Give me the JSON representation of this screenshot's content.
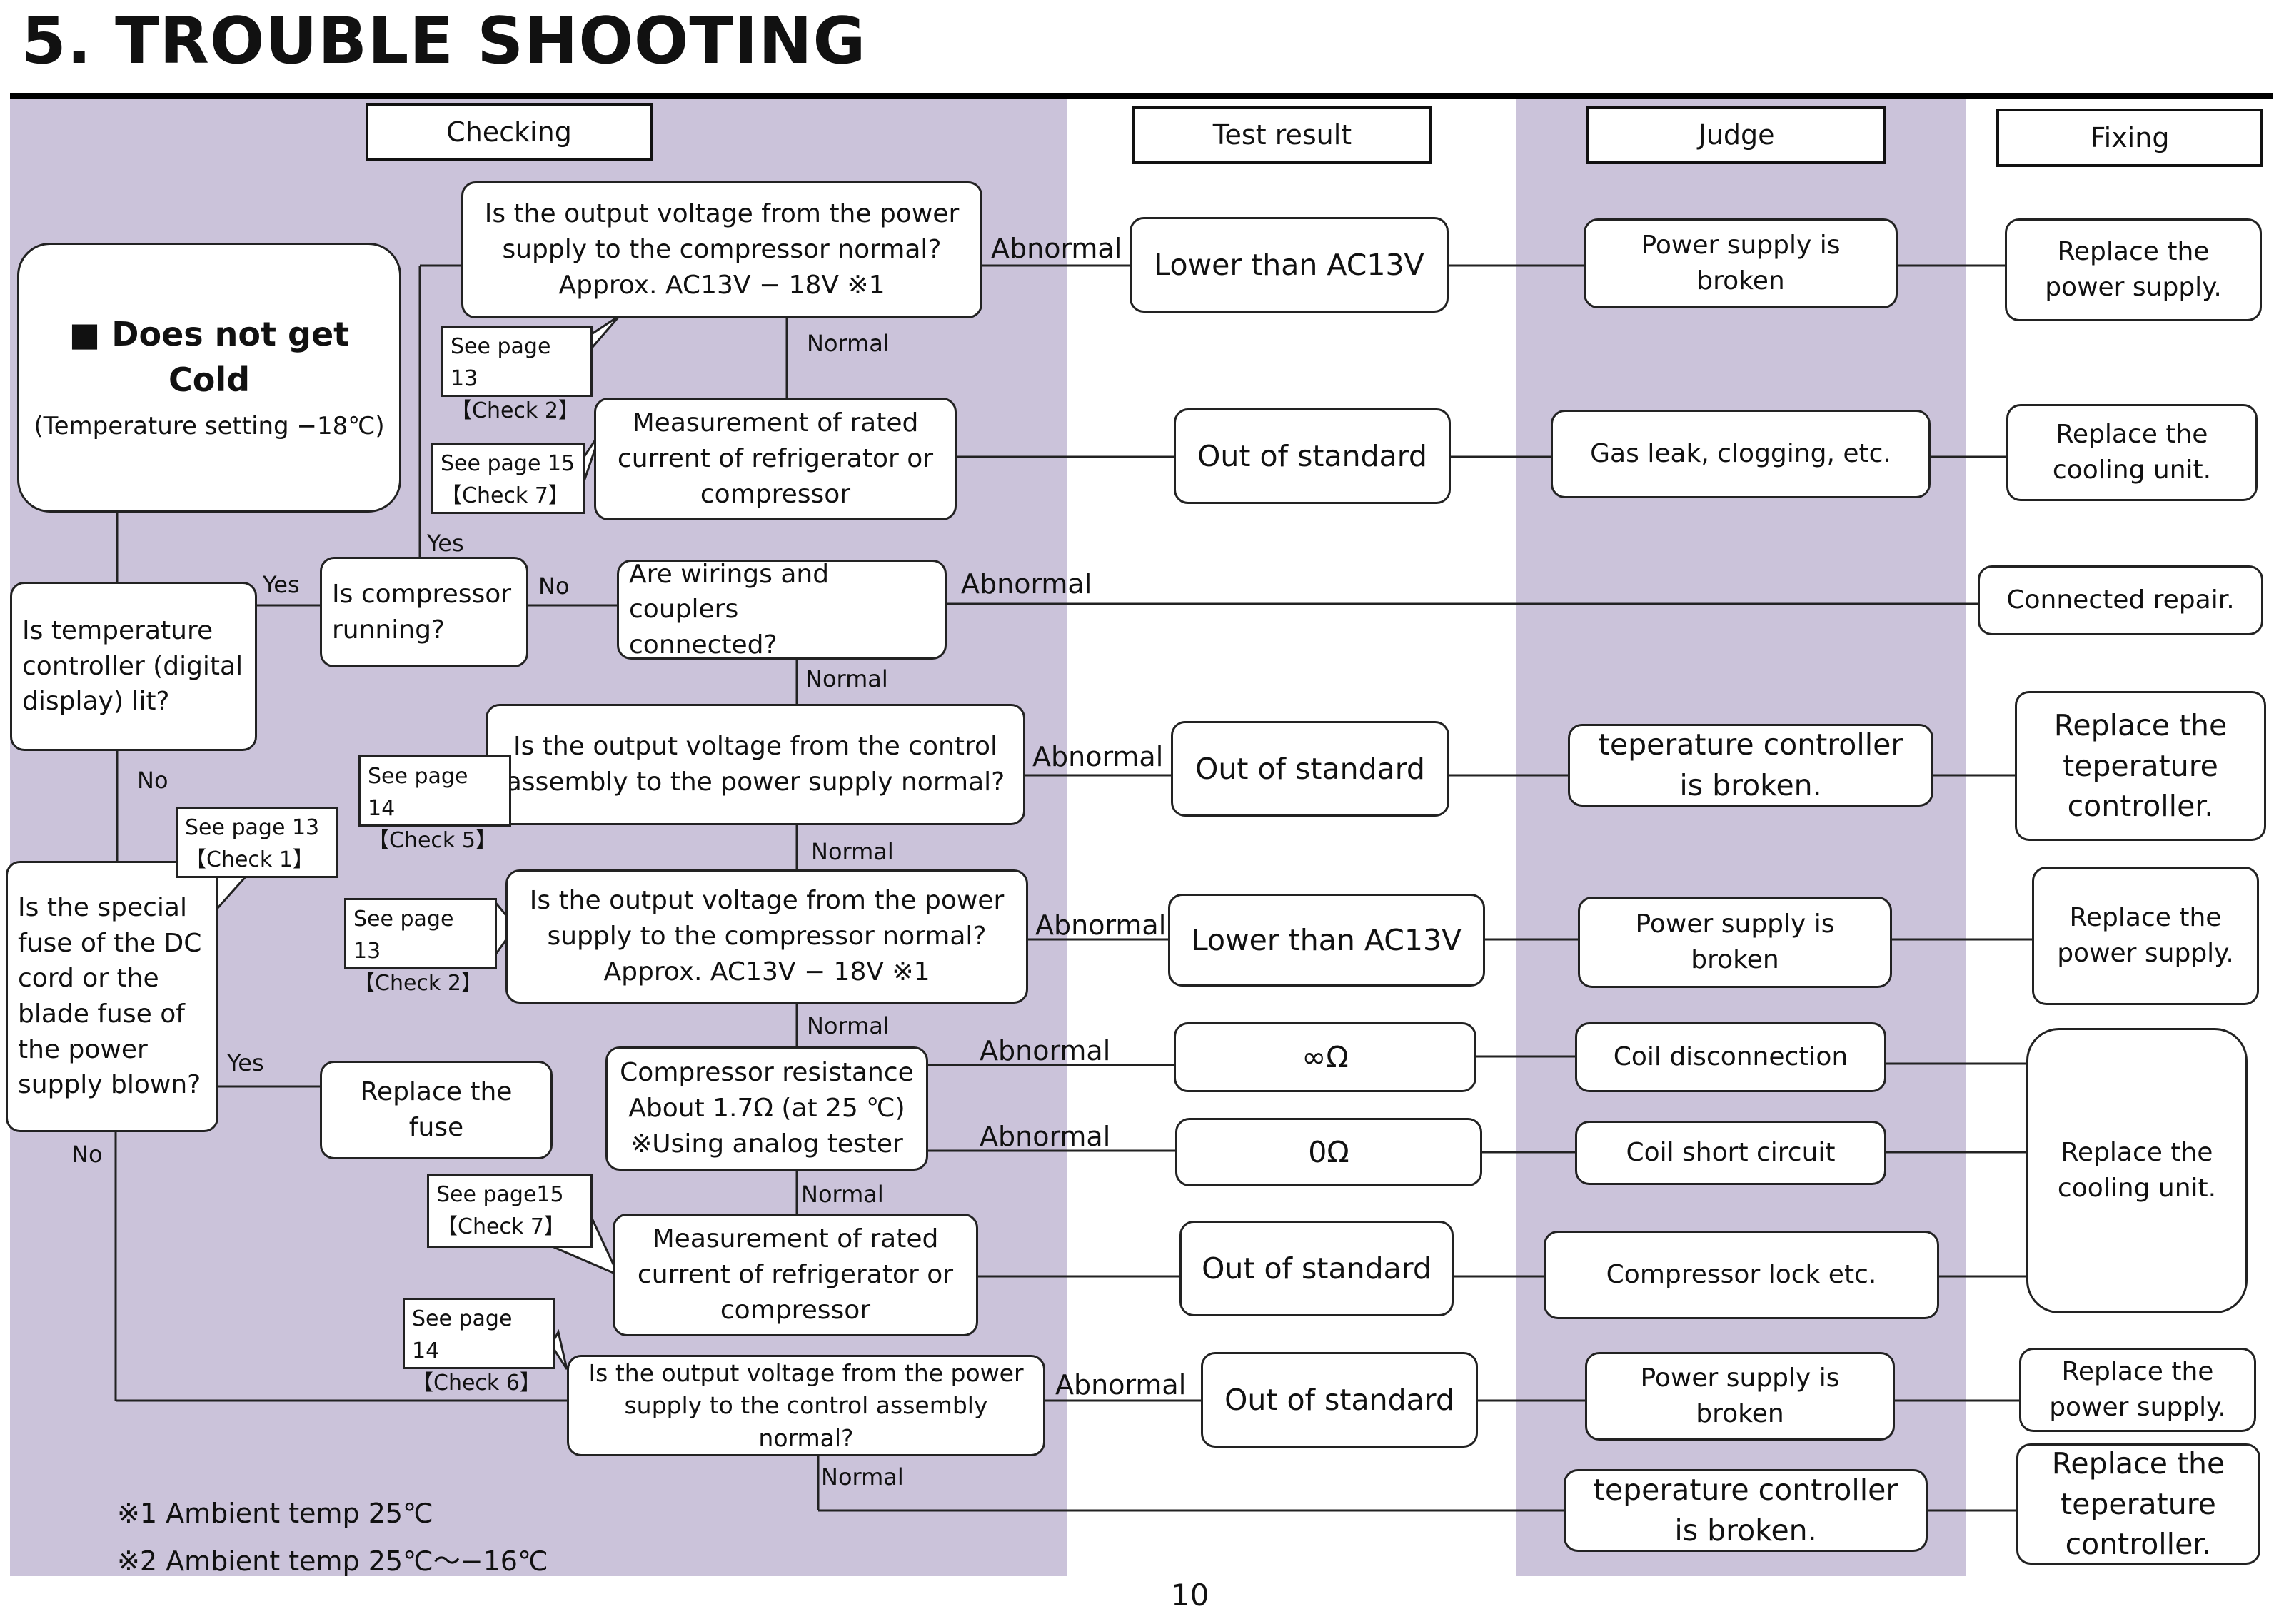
{
  "title": "5. TROUBLE SHOOTING",
  "headers": {
    "checking": "Checking",
    "test_result": "Test result",
    "judge": "Judge",
    "fixing": "Fixing"
  },
  "start": {
    "title": "■ Does not get Cold",
    "subtitle": "(Temperature setting −18℃)"
  },
  "questions": {
    "q_lit": "Is temperature\ncontroller (digital\ndisplay) lit?",
    "q_running": "Is compressor\nrunning?",
    "q_wiring": "Are wirings and couplers\nconnected?",
    "q_fuse": "Is the special\nfuse of the DC\ncord or the\nblade fuse of\nthe power\nsupply blown?",
    "q_volt_top": "Is the output voltage from the power\nsupply to the compressor normal?\nApprox. AC13V − 18V ※1",
    "q_current_top": "Measurement of rated\ncurrent of refrigerator or\ncompressor",
    "q_control": "Is the output voltage from the control\nassembly to the power supply normal?",
    "q_volt_mid": "Is the output voltage from the power\nsupply to the compressor normal?\nApprox. AC13V − 18V ※1",
    "q_resistance": "Compressor resistance\nAbout 1.7Ω (at 25 ℃)\n※Using analog tester",
    "q_current_bot": "Measurement of rated\ncurrent of refrigerator or\ncompressor",
    "q_volt_ctrl": "Is the output voltage from the power\nsupply to the control assembly normal?",
    "replace_fuse": "Replace the fuse"
  },
  "notes": {
    "n1": "See page 13\n【Check 2】",
    "n2": "See page 15\n【Check 7】",
    "n3": "See page 14\n【Check 5】",
    "n4": "See page 13\n【Check 1】",
    "n5": "See page 13\n【Check 2】",
    "n6": "See page15\n【Check 7】",
    "n7": "See page 14\n【Check 6】"
  },
  "labels": {
    "yes": "Yes",
    "no": "No",
    "normal": "Normal",
    "abnormal": "Abnormal"
  },
  "results": {
    "r1": "Lower than AC13V",
    "r2": "Out of standard",
    "r3": "Out of standard",
    "r4": "Lower than AC13V",
    "r5": "∞Ω",
    "r6": "0Ω",
    "r7": "Out of standard",
    "r8": "Out of standard"
  },
  "judges": {
    "j1": "Power supply is\nbroken",
    "j2": "Gas leak, clogging, etc.",
    "j3": "teperature controller\nis broken.",
    "j4": "Power supply is\nbroken",
    "j5": "Coil disconnection",
    "j6": "Coil short circuit",
    "j7": "Compressor lock etc.",
    "j8": "Power supply is\nbroken",
    "j9": "teperature controller\nis broken."
  },
  "fixes": {
    "f1": "Replace the\npower supply.",
    "f2": "Replace the\ncooling unit.",
    "f3": "Connected repair.",
    "f4": "Replace the\nteperature\ncontroller.",
    "f5": "Replace the\npower supply.",
    "f6": "Replace the\ncooling unit.",
    "f7": "Replace the\npower supply.",
    "f8": "Replace the\nteperature\ncontroller."
  },
  "footnotes": {
    "fn1": "※1 Ambient temp  25℃",
    "fn2": "※2 Ambient temp  25℃～−16℃"
  },
  "page_number": "10",
  "colors": {
    "band": "#cbc3da",
    "line": "#222222"
  }
}
